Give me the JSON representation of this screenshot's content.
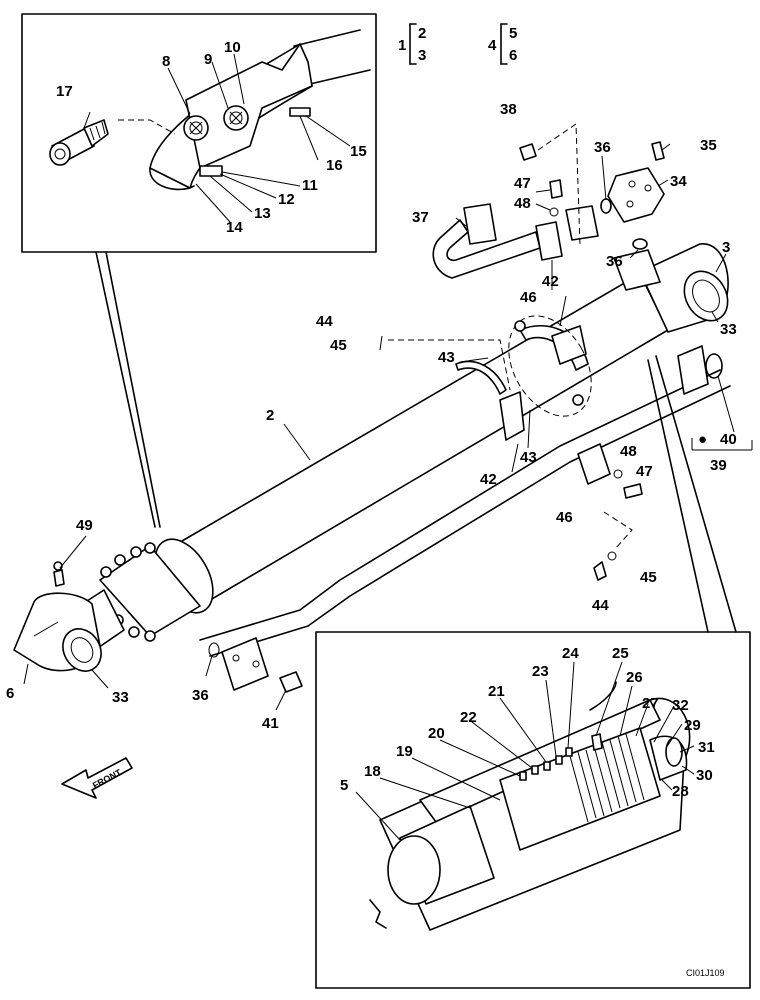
{
  "figure_code": "CI01J109",
  "front_label": "FRONT",
  "legend": {
    "group_a": {
      "parent": "1",
      "children": [
        "2",
        "3"
      ]
    },
    "group_b": {
      "parent": "4",
      "children": [
        "5",
        "6"
      ]
    },
    "bullet": "●"
  },
  "part_labels": {
    "p2": "2",
    "p3": "3",
    "p5": "5",
    "p6": "6",
    "p8": "8",
    "p9": "9",
    "p10": "10",
    "p11": "11",
    "p12": "12",
    "p13": "13",
    "p14": "14",
    "p15": "15",
    "p16": "16",
    "p17": "17",
    "p18": "18",
    "p19": "19",
    "p20": "20",
    "p21": "21",
    "p22": "22",
    "p23": "23",
    "p24": "24",
    "p25": "25",
    "p26": "26",
    "p27": "27",
    "p28": "28",
    "p29": "29",
    "p30": "30",
    "p31": "31",
    "p32": "32",
    "p33a": "33",
    "p33b": "33",
    "p34": "34",
    "p35": "35",
    "p36a": "36",
    "p36b": "36",
    "p36c": "36",
    "p37": "37",
    "p38": "38",
    "p39": "39",
    "p40": "40",
    "p41": "41",
    "p42a": "42",
    "p42b": "42",
    "p43a": "43",
    "p43b": "43",
    "p44a": "44",
    "p44b": "44",
    "p45a": "45",
    "p45b": "45",
    "p46a": "46",
    "p46b": "46",
    "p47a": "47",
    "p47b": "47",
    "p48a": "48",
    "p48b": "48",
    "p49": "49"
  }
}
